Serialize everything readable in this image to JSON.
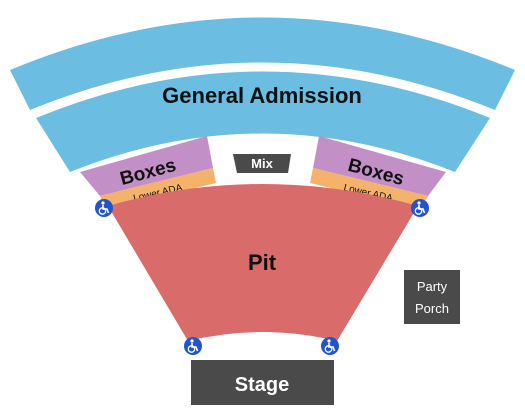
{
  "sections": {
    "general_admission": {
      "label": "General Admission",
      "color": "#6bbde2"
    },
    "boxes_left": {
      "label": "Boxes",
      "color": "#c28fc6"
    },
    "boxes_right": {
      "label": "Boxes",
      "color": "#c28fc6"
    },
    "lower_ada_left": {
      "label": "Lower ADA",
      "color": "#f4b26b"
    },
    "lower_ada_right": {
      "label": "Lower ADA",
      "color": "#f4b26b"
    },
    "mix": {
      "label": "Mix",
      "color": "#4a4a4a"
    },
    "pit": {
      "label": "Pit",
      "color": "#d96b6b"
    },
    "party_porch": {
      "label_line1": "Party",
      "label_line2": "Porch",
      "color": "#4a4a4a"
    },
    "stage": {
      "label": "Stage",
      "color": "#4a4a4a"
    }
  },
  "accessibility": {
    "icon": "wheelchair-icon",
    "color": "#2255cc"
  }
}
